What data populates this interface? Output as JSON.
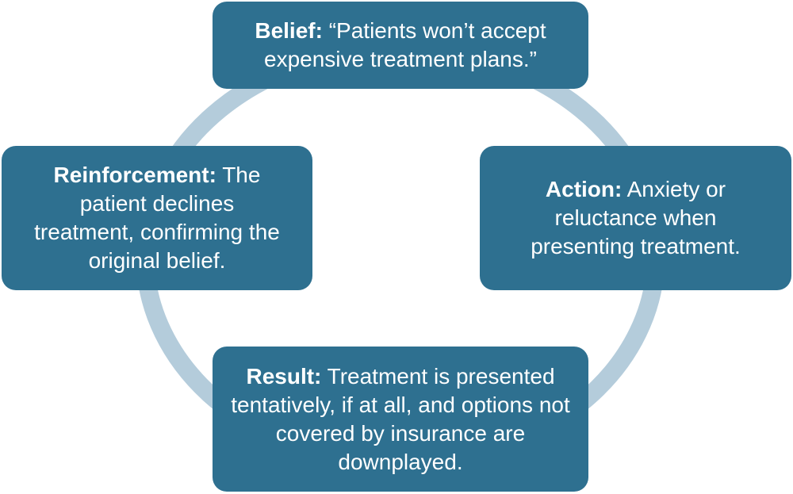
{
  "colors": {
    "box": "#2e7090",
    "ring": "#b4ccdb",
    "text": "#ffffff"
  },
  "cycle": {
    "belief": {
      "heading": "Belief:",
      "text": " “Patients won’t accept expensive treatment plans.”"
    },
    "action": {
      "heading": "Action:",
      "text": " Anxiety or reluctance when presenting treatment."
    },
    "result": {
      "heading": "Result:",
      "text": " Treatment is presented tentatively, if at all, and options not covered by insurance are downplayed."
    },
    "reinforcement": {
      "heading": "Reinforcement:",
      "text": " The patient declines treatment, confirming the original belief."
    }
  }
}
